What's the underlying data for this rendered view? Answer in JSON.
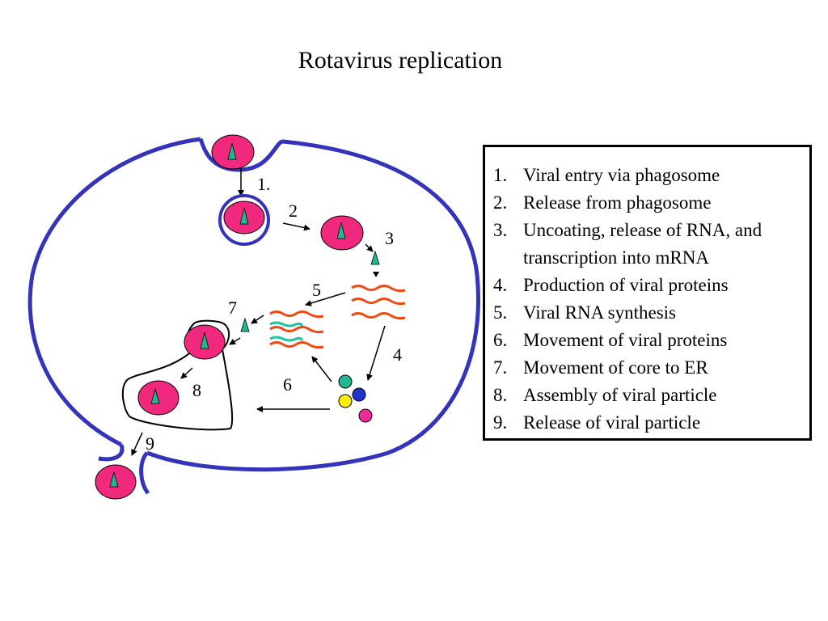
{
  "title": "Rotavirus replication",
  "diagram": {
    "colors": {
      "membrane": "#3333bb",
      "virion": "#f0287e",
      "core": "#1fb890",
      "mrna": "#f04a14",
      "rna_copy": "#22c4a0",
      "protein_green": "#1fb890",
      "protein_blue": "#2233cc",
      "protein_yellow": "#ffee00",
      "protein_pink": "#ee2a96"
    },
    "step_labels": [
      "1.",
      "2",
      "3",
      "4",
      "5",
      "6",
      "7",
      "8",
      "9"
    ]
  },
  "legend": {
    "items": [
      {
        "num": "1.",
        "text": "Viral entry via phagosome"
      },
      {
        "num": "2.",
        "text": "Release from phagosome"
      },
      {
        "num": "3.",
        "text": "Uncoating, release of RNA, and transcription into mRNA"
      },
      {
        "num": "4.",
        "text": "Production of viral proteins"
      },
      {
        "num": "5.",
        "text": "Viral RNA synthesis"
      },
      {
        "num": "6.",
        "text": "Movement of viral proteins"
      },
      {
        "num": "7.",
        "text": "Movement of core to ER"
      },
      {
        "num": "8.",
        "text": "Assembly of viral particle"
      },
      {
        "num": "9.",
        "text": "Release of viral particle"
      }
    ]
  }
}
